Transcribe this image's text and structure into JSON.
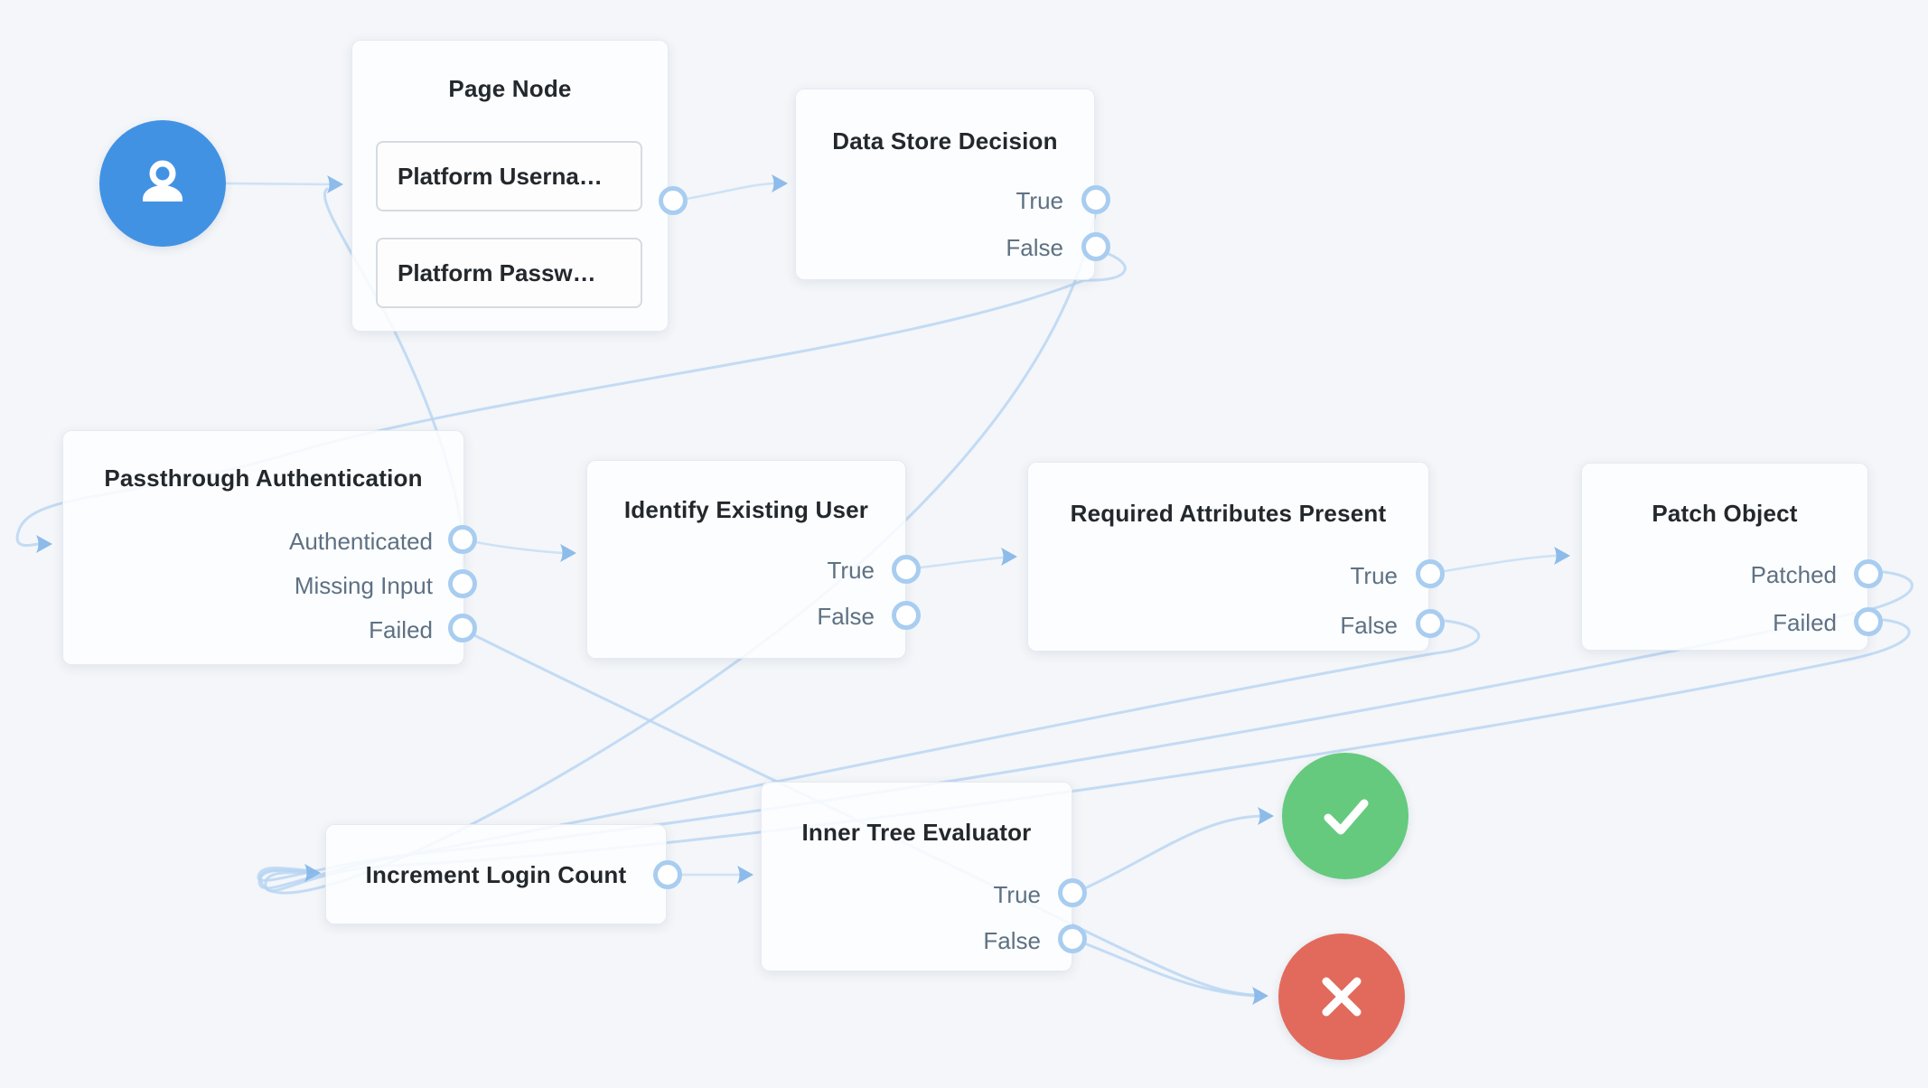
{
  "canvas": {
    "background_color": "#f4f6f9",
    "edge_color": "#b7d5f2",
    "port_ring_color": "#a8cdf0",
    "title_color": "#23282d",
    "outcome_color": "#5e7183"
  },
  "terminals": {
    "start": {
      "icon": "user-icon",
      "color": "#4292e4"
    },
    "success": {
      "icon": "check-icon",
      "color": "#65ca7e"
    },
    "failure": {
      "icon": "x-icon",
      "color": "#e26a5c"
    }
  },
  "nodes": [
    {
      "id": "page-node",
      "title": "Page Node",
      "children": [
        "Platform Userna…",
        "Platform Passw…"
      ],
      "outcomes": []
    },
    {
      "id": "data-store-decision",
      "title": "Data Store Decision",
      "outcomes": [
        "True",
        "False"
      ]
    },
    {
      "id": "passthrough-authentication",
      "title": "Passthrough Authentication",
      "outcomes": [
        "Authenticated",
        "Missing Input",
        "Failed"
      ]
    },
    {
      "id": "identify-existing-user",
      "title": "Identify Existing User",
      "outcomes": [
        "True",
        "False"
      ]
    },
    {
      "id": "required-attributes-present",
      "title": "Required Attributes Present",
      "outcomes": [
        "True",
        "False"
      ]
    },
    {
      "id": "patch-object",
      "title": "Patch Object",
      "outcomes": [
        "Patched",
        "Failed"
      ]
    },
    {
      "id": "increment-login-count",
      "title": "Increment Login Count",
      "outcomes": []
    },
    {
      "id": "inner-tree-evaluator",
      "title": "Inner Tree Evaluator",
      "outcomes": [
        "True",
        "False"
      ]
    }
  ],
  "edges": [
    {
      "from": "start",
      "outcome": "",
      "to": "page-node"
    },
    {
      "from": "page-node",
      "outcome": "",
      "to": "data-store-decision"
    },
    {
      "from": "data-store-decision",
      "outcome": "True",
      "to": "increment-login-count"
    },
    {
      "from": "data-store-decision",
      "outcome": "False",
      "to": "passthrough-authentication"
    },
    {
      "from": "passthrough-authentication",
      "outcome": "Authenticated",
      "to": "identify-existing-user"
    },
    {
      "from": "passthrough-authentication",
      "outcome": "Missing Input",
      "to": "page-node"
    },
    {
      "from": "passthrough-authentication",
      "outcome": "Failed",
      "to": "failure"
    },
    {
      "from": "identify-existing-user",
      "outcome": "True",
      "to": "required-attributes-present"
    },
    {
      "from": "required-attributes-present",
      "outcome": "True",
      "to": "patch-object"
    },
    {
      "from": "required-attributes-present",
      "outcome": "False",
      "to": "increment-login-count"
    },
    {
      "from": "patch-object",
      "outcome": "Patched",
      "to": "increment-login-count"
    },
    {
      "from": "patch-object",
      "outcome": "Failed",
      "to": "increment-login-count"
    },
    {
      "from": "increment-login-count",
      "outcome": "",
      "to": "inner-tree-evaluator"
    },
    {
      "from": "inner-tree-evaluator",
      "outcome": "True",
      "to": "success"
    },
    {
      "from": "inner-tree-evaluator",
      "outcome": "False",
      "to": "failure"
    }
  ]
}
